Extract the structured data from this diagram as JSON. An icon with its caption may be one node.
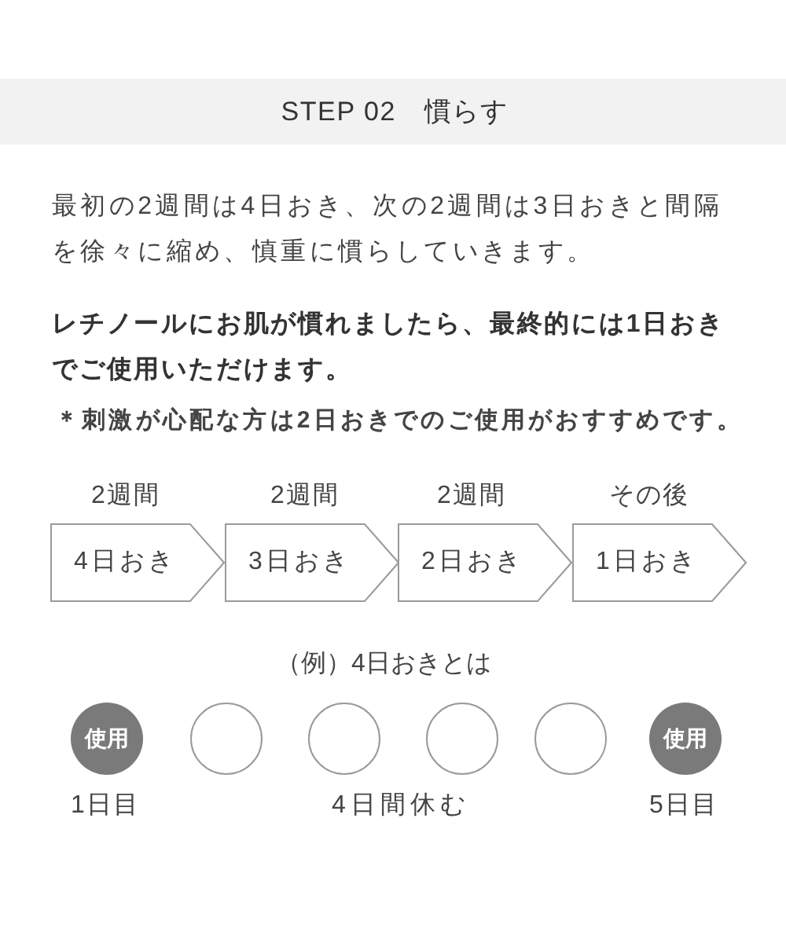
{
  "diagram": {
    "title": "STEP 02　慣らす",
    "nodes": [
      {
        "text": [
          "4日おき"
        ],
        "beside": [
          "2週間"
        ]
      },
      {
        "text": [
          "3日おき"
        ],
        "beside": [
          "2週間"
        ]
      },
      {
        "text": [
          "2日おき"
        ],
        "beside": [
          "2週間"
        ]
      },
      {
        "text": [
          "1日おき"
        ],
        "beside": [
          "その後"
        ]
      },
      {
        "text": [
          "使用"
        ],
        "beside": [
          "1日目"
        ]
      },
      {
        "text": [],
        "shape": "circle"
      },
      {
        "text": [],
        "shape": "circle"
      },
      {
        "text": [],
        "shape": "circle"
      },
      {
        "text": [],
        "shape": "circle"
      },
      {
        "text": [
          "使用"
        ],
        "beside": [
          "5日目"
        ]
      }
    ],
    "labels": [
      "最初の2週間は4日おき、次の2週間は3日おきと間隔を徐々に縮め、慎重に慣らしていきます。",
      "レチノールにお肌が慣れましたら、最終的には1日おきでご使用いただけます。",
      "＊刺激が心配な方は2日おきでのご使用がおすすめです。",
      "（例）4日おきとは",
      "4日間休む"
    ]
  }
}
